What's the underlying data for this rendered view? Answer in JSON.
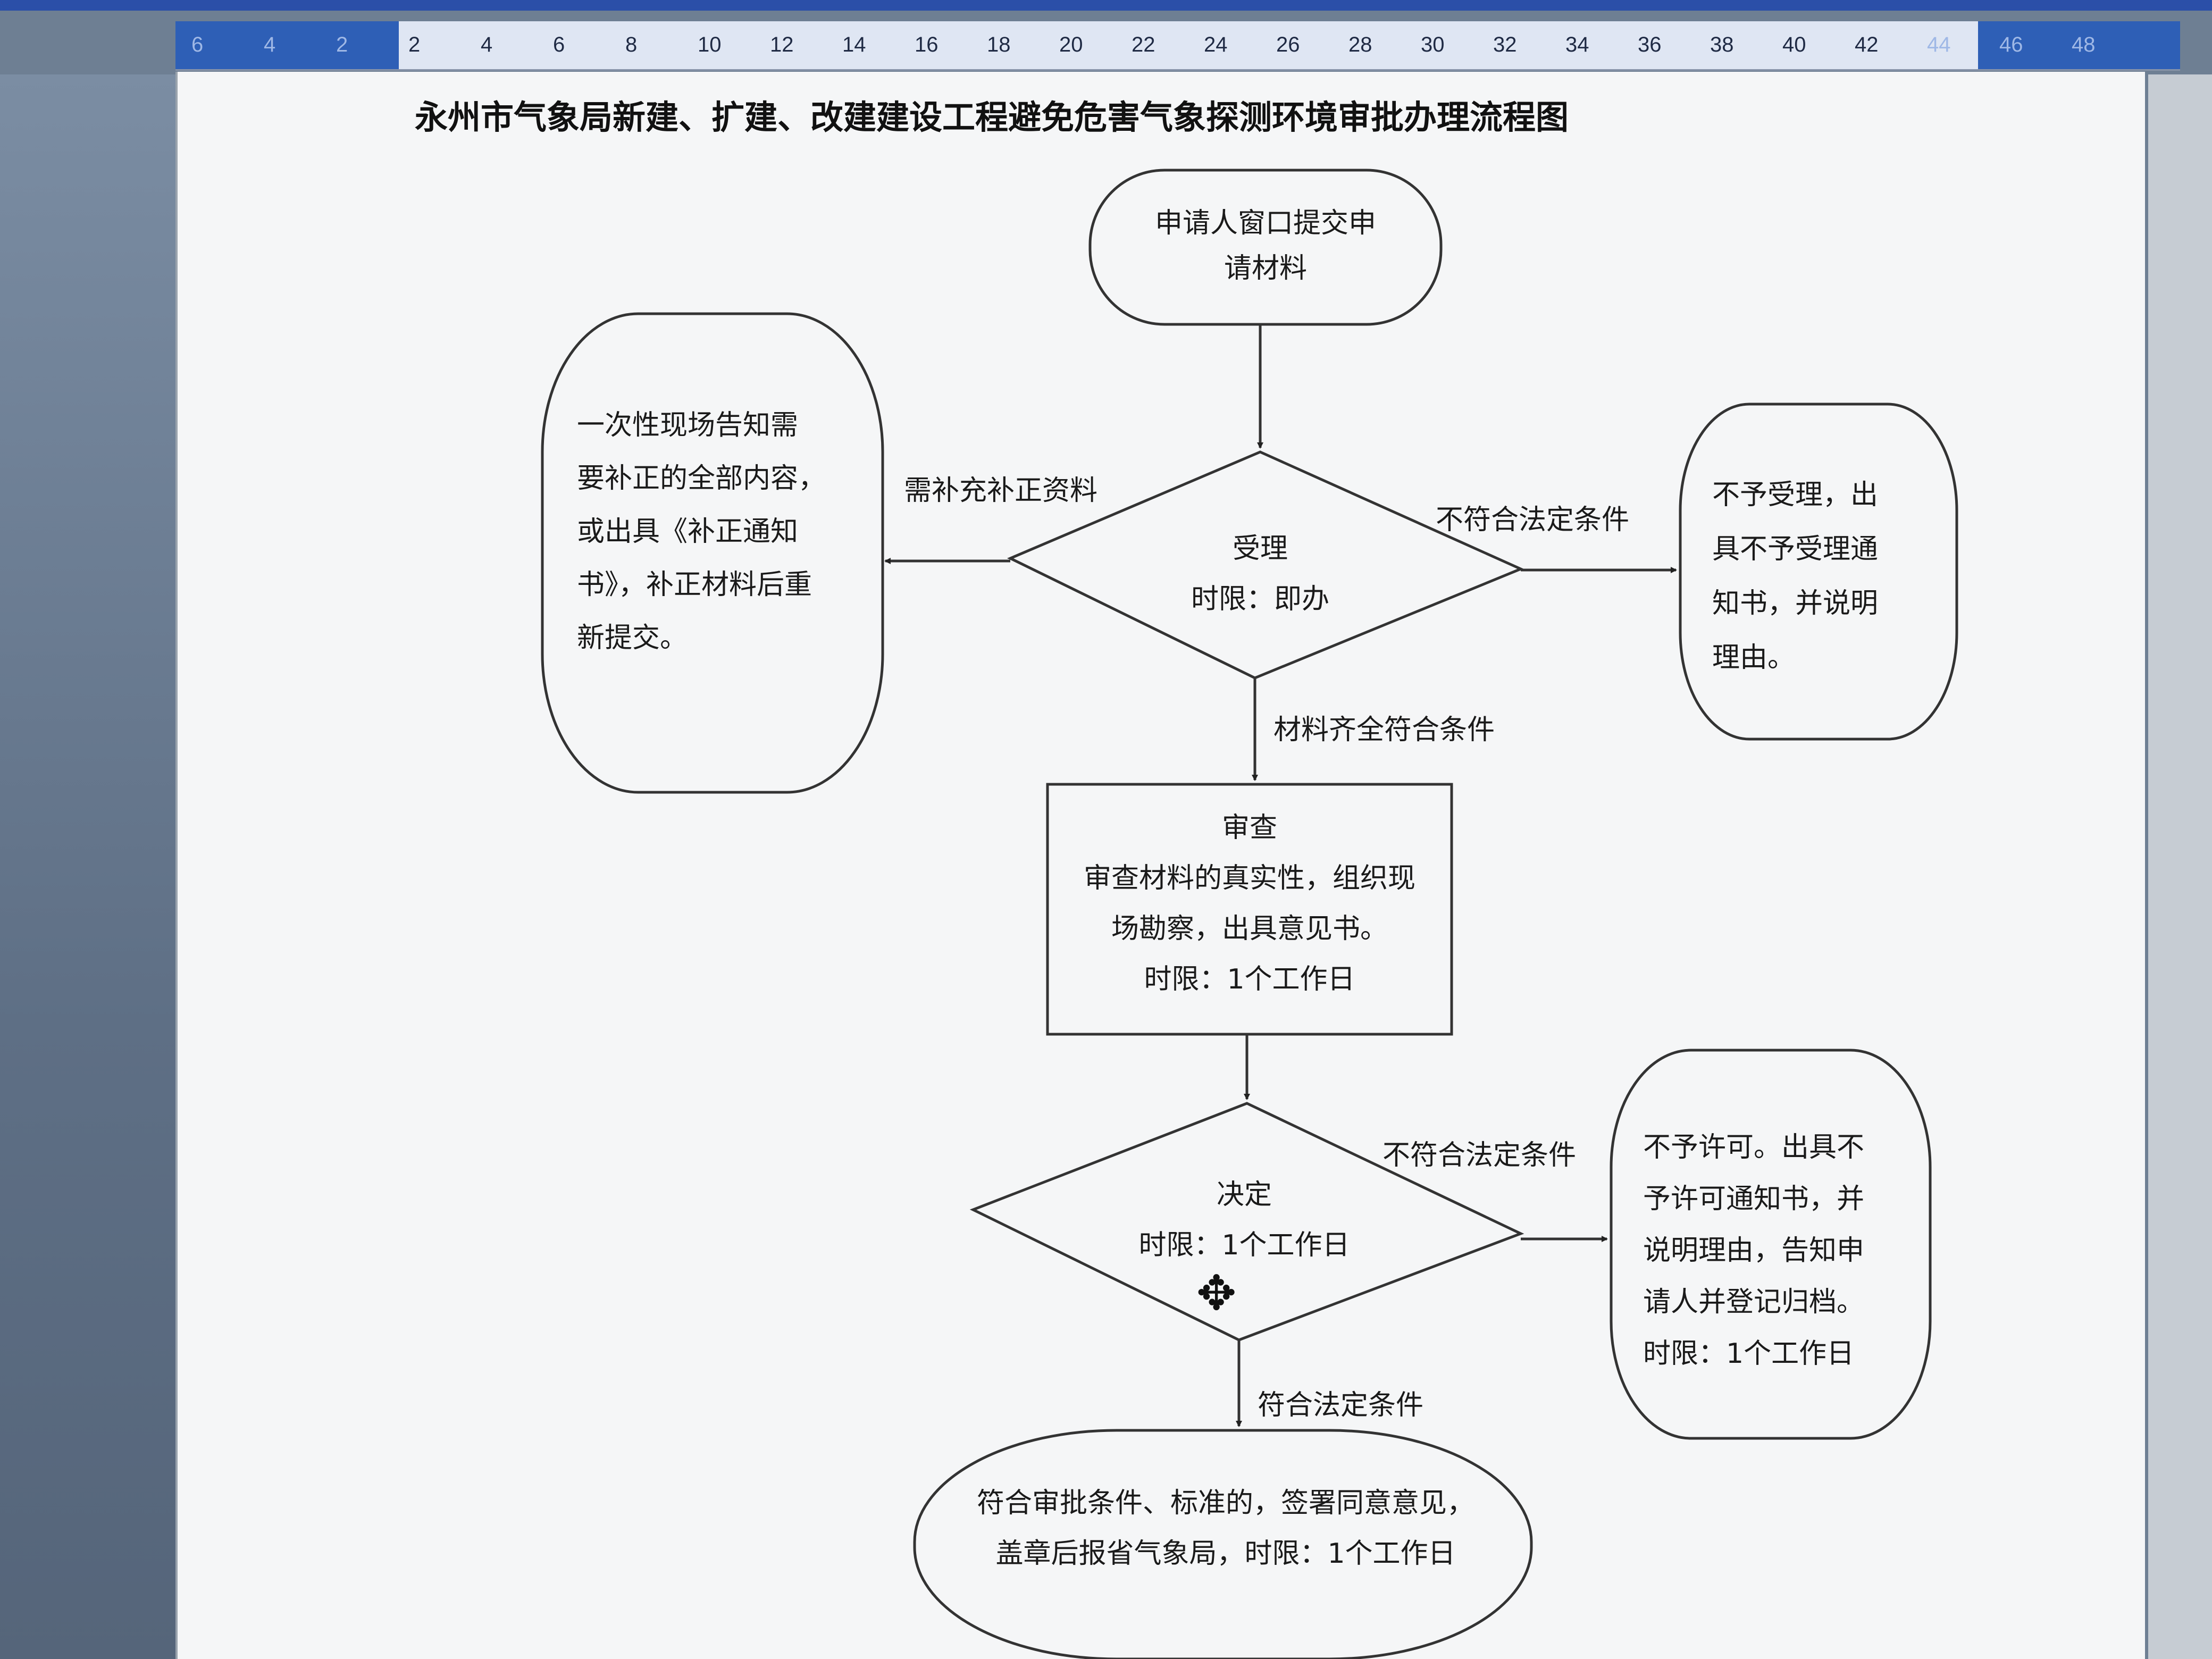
{
  "ruler": {
    "numbers": [
      "6",
      "4",
      "2",
      "2",
      "4",
      "6",
      "8",
      "10",
      "12",
      "14",
      "16",
      "18",
      "20",
      "22",
      "24",
      "26",
      "28",
      "30",
      "32",
      "34",
      "36",
      "38",
      "40",
      "42",
      "44",
      "46",
      "48"
    ]
  },
  "title": "永州市气象局新建、扩建、改建建设工程避免危害气象探测环境审批办理流程图",
  "nodes": {
    "start": [
      "申请人窗口提交申",
      "请材料"
    ],
    "supplement": [
      "一次性现场告知需",
      "要补正的全部内容，",
      "或出具《补正通知",
      "书》，补正材料后重",
      "新提交。"
    ],
    "accept": [
      "受理",
      "时限：即办"
    ],
    "reject_accept": [
      "不予受理，出",
      "具不予受理通",
      "知书，并说明",
      "理由。"
    ],
    "review": [
      "审查",
      "审查材料的真实性，组织现",
      "场勘察，出具意见书。",
      "时限：1个工作日"
    ],
    "decide": [
      "决定",
      "时限：1个工作日"
    ],
    "reject_permit": [
      "不予许可。出具不",
      "予许可通知书，并",
      "说明理由，告知申",
      "请人并登记归档。",
      "时限：1个工作日"
    ],
    "approve": [
      "符合审批条件、标准的，签署同意意见，",
      "盖章后报省气象局，时限：1个工作日"
    ]
  },
  "labels": {
    "need_supplement": "需补充补正资料",
    "not_legal_1": "不符合法定条件",
    "complete": "材料齐全符合条件",
    "not_legal_2": "不符合法定条件",
    "legal": "符合法定条件"
  },
  "icons": {
    "cursor": "move-cursor-icon"
  }
}
